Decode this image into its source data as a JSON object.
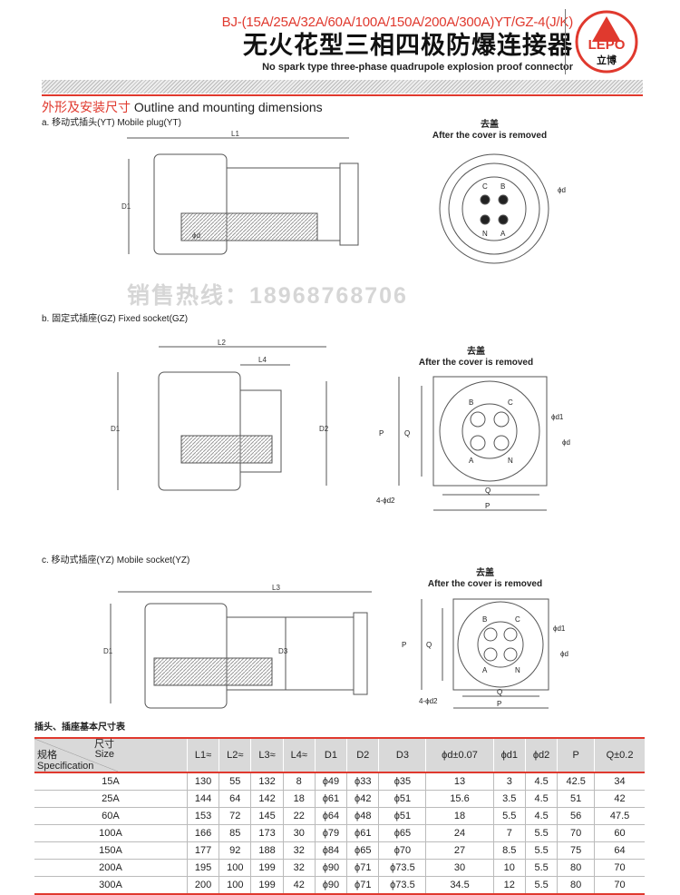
{
  "header": {
    "model": "BJ-(15A/25A/32A/60A/100A/150A/200A/300A)YT/GZ-4(J/K)",
    "title_cn": "无火花型三相四极防爆连接器",
    "title_en": "No spark type three-phase quadrupole explosion proof connector",
    "logo_text": "LEPO",
    "logo_cn": "立博"
  },
  "section": {
    "title_cn": "外形及安装尺寸",
    "title_en": "Outline and mounting dimensions"
  },
  "watermark": "销售热线：18968768706",
  "drawings": {
    "a": {
      "label": "a. 移动式插头(YT)  Mobile plug(YT)",
      "cover_cn": "去盖",
      "cover_en": "After the cover is removed",
      "dims": [
        "L1",
        "D1",
        "ϕd"
      ],
      "pins": [
        "C",
        "B",
        "N",
        "A"
      ]
    },
    "b": {
      "label": "b. 固定式插座(GZ)  Fixed socket(GZ)",
      "cover_cn": "去盖",
      "cover_en": "After the cover is removed",
      "dims": [
        "L2",
        "L4",
        "D1",
        "D2",
        "P",
        "Q",
        "ϕd1",
        "ϕd",
        "4-ϕd2"
      ],
      "pins": [
        "B",
        "C",
        "A",
        "N"
      ]
    },
    "c": {
      "label": "c. 移动式插座(YZ)  Mobile socket(YZ)",
      "cover_cn": "去盖",
      "cover_en": "After the cover is removed",
      "dims": [
        "L3",
        "D1",
        "D3",
        "P",
        "Q",
        "ϕd1",
        "ϕd",
        "4-ϕd2"
      ],
      "pins": [
        "B",
        "C",
        "A",
        "N"
      ]
    }
  },
  "table": {
    "title": "插头、插座基本尺寸表",
    "corner": {
      "size_cn": "尺寸",
      "size_en": "Size",
      "spec_cn": "规格",
      "spec_en": "Specification"
    },
    "headers": [
      "L1≈",
      "L2≈",
      "L3≈",
      "L4≈",
      "D1",
      "D2",
      "D3",
      "ϕd±0.07",
      "ϕd1",
      "ϕd2",
      "P",
      "Q±0.2"
    ],
    "rows": [
      [
        "15A",
        "130",
        "55",
        "132",
        "8",
        "ϕ49",
        "ϕ33",
        "ϕ35",
        "13",
        "3",
        "4.5",
        "42.5",
        "34"
      ],
      [
        "25A",
        "144",
        "64",
        "142",
        "18",
        "ϕ61",
        "ϕ42",
        "ϕ51",
        "15.6",
        "3.5",
        "4.5",
        "51",
        "42"
      ],
      [
        "60A",
        "153",
        "72",
        "145",
        "22",
        "ϕ64",
        "ϕ48",
        "ϕ51",
        "18",
        "5.5",
        "4.5",
        "56",
        "47.5"
      ],
      [
        "100A",
        "166",
        "85",
        "173",
        "30",
        "ϕ79",
        "ϕ61",
        "ϕ65",
        "24",
        "7",
        "5.5",
        "70",
        "60"
      ],
      [
        "150A",
        "177",
        "92",
        "188",
        "32",
        "ϕ84",
        "ϕ65",
        "ϕ70",
        "27",
        "8.5",
        "5.5",
        "75",
        "64"
      ],
      [
        "200A",
        "195",
        "100",
        "199",
        "32",
        "ϕ90",
        "ϕ71",
        "ϕ73.5",
        "30",
        "10",
        "5.5",
        "80",
        "70"
      ],
      [
        "300A",
        "200",
        "100",
        "199",
        "42",
        "ϕ90",
        "ϕ71",
        "ϕ73.5",
        "34.5",
        "12",
        "5.5",
        "80",
        "70"
      ]
    ]
  },
  "colors": {
    "accent": "#e0392e",
    "header_bg": "#d9d9d9"
  }
}
